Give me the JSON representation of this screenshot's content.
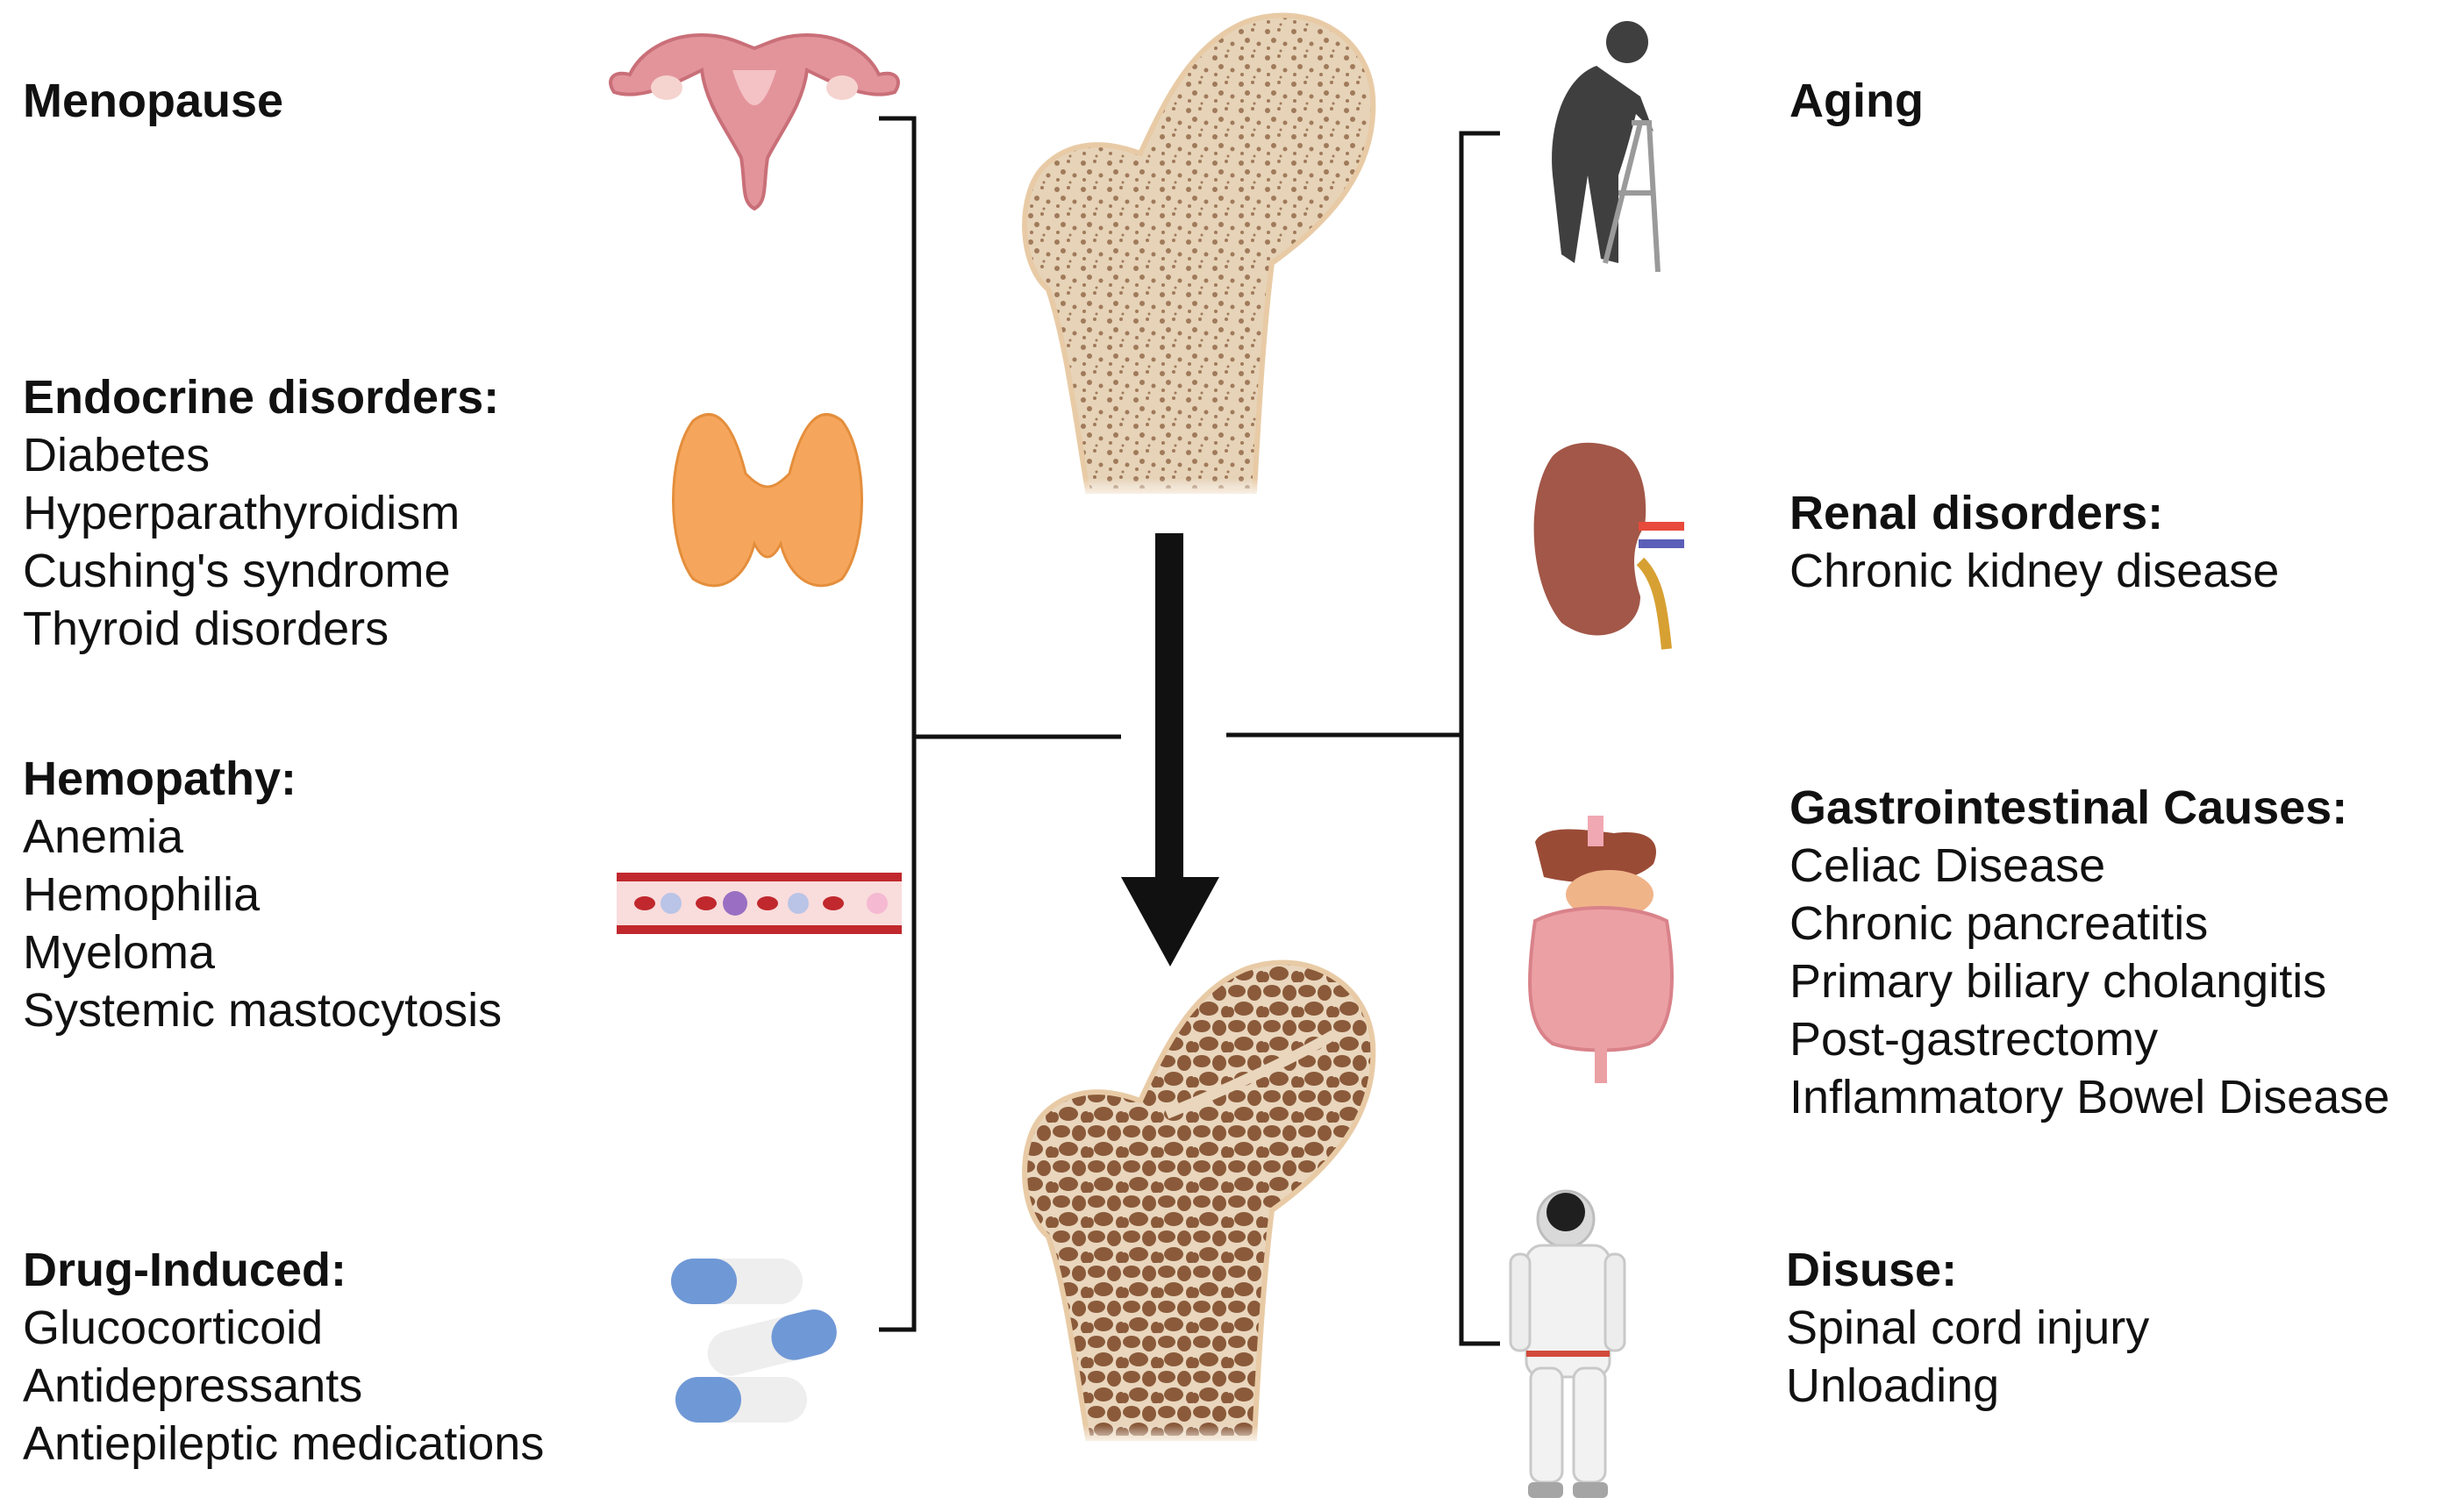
{
  "left": [
    {
      "heading": "Menopause",
      "items": []
    },
    {
      "heading": "Endocrine disorders:",
      "items": [
        "Diabetes",
        "Hyperparathyroidism",
        "Cushing's syndrome",
        "Thyroid disorders"
      ]
    },
    {
      "heading": "Hemopathy:",
      "items": [
        "Anemia",
        "Hemophilia",
        "Myeloma",
        "Systemic mastocytosis"
      ]
    },
    {
      "heading": "Drug-Induced:",
      "items": [
        "Glucocorticoid",
        "Antidepressants",
        "Antiepileptic medications"
      ]
    }
  ],
  "right": [
    {
      "heading": "Aging",
      "items": []
    },
    {
      "heading": "Renal disorders:",
      "items": [
        "Chronic kidney disease"
      ]
    },
    {
      "heading": "Gastrointestinal Causes:",
      "items": [
        "Celiac Disease",
        "Chronic pancreatitis",
        "Primary biliary cholangitis",
        "Post-gastrectomy",
        "Inflammatory Bowel Disease"
      ]
    },
    {
      "heading": "Disuse:",
      "items": [
        "Spinal cord injury",
        "Unloading"
      ]
    }
  ],
  "icons": [
    "uterus-icon",
    "thyroid-icon",
    "blood-vessel-icon",
    "pills-icon",
    "elderly-walker-icon",
    "kidney-icon",
    "digestive-tract-icon",
    "astronaut-icon",
    "healthy-femur-icon",
    "osteoporotic-femur-icon",
    "down-arrow-icon"
  ],
  "colors": {
    "bone_light": "#e6d3b8",
    "bone_dense": "#8a5a3a",
    "uterus": "#e3949b",
    "thyroid": "#f6a65c",
    "blood": "#c0282d",
    "pill_blue": "#6f98d6",
    "kidney": "#a25748",
    "intestine": "#eba0a4",
    "figure": "#3f3f3f",
    "line": "#111111"
  }
}
